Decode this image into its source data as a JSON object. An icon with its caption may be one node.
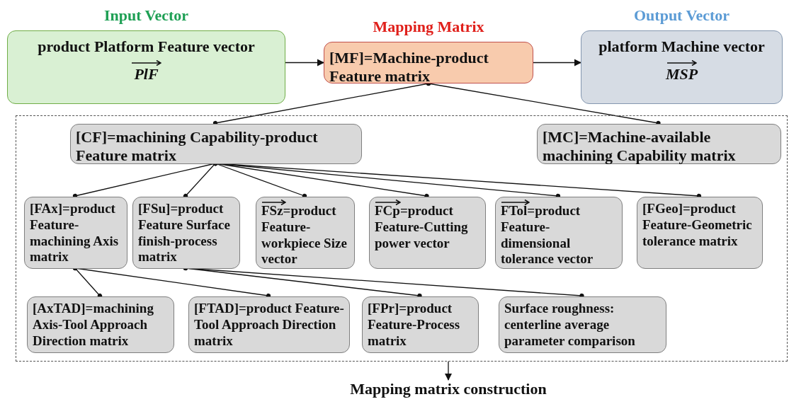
{
  "diagram": {
    "nodes": [
      {
        "text": [
          "Input Vector",
          "product Platform Feature vector",
          "PlF"
        ]
      },
      {
        "text": [
          "Mapping Matrix",
          "[MF]=Machine-product Feature matrix"
        ]
      },
      {
        "text": [
          "Output Vector",
          "platform Machine vector",
          "MSP"
        ]
      },
      {
        "text": [],
        "shape": "box"
      },
      {
        "text": [
          "[CF]=machining Capability-product Feature matrix"
        ],
        "in": 3
      },
      {
        "text": [
          "[MC]=Machine-available machining Capability matrix"
        ],
        "in": 3
      },
      {
        "text": [
          "[FAx]=product Feature-machining Axis matrix"
        ],
        "in": 3
      },
      {
        "text": [
          "[FSu]=product Feature Surface finish-process matrix"
        ],
        "in": 3
      },
      {
        "text": [
          "FSz=product Feature-workpiece Size vector"
        ],
        "in": 3
      },
      {
        "text": [
          "FCp=product Feature-Cutting power vector"
        ],
        "in": 3
      },
      {
        "text": [
          "FTol=product Feature-dimensional tolerance vector"
        ],
        "in": 3
      },
      {
        "text": [
          "[FGeo]=product Feature-Geometric tolerance matrix"
        ],
        "in": 3
      },
      {
        "text": [
          "[AxTAD]=machining Axis-Tool Approach Direction matrix"
        ],
        "in": 3
      },
      {
        "text": [
          "[FTAD]=product Feature-Tool Approach Direction matrix"
        ],
        "in": 3
      },
      {
        "text": [
          "[FPr]=product Feature-Process matrix"
        ],
        "in": 3
      },
      {
        "text": [
          "Surface roughness: centerline average parameter comparison"
        ],
        "in": 3
      },
      {
        "text": [
          "Mapping matrix construction"
        ]
      }
    ],
    "edges": [
      {
        "from": 0,
        "to": 1,
        "arrow": "to"
      },
      {
        "from": 1,
        "to": 2,
        "arrow": "to"
      },
      {
        "from": 1,
        "to": 4,
        "arrow": "other"
      },
      {
        "from": 1,
        "to": 5,
        "arrow": "other"
      },
      {
        "from": 4,
        "to": 6,
        "arrow": "other"
      },
      {
        "from": 4,
        "to": 7,
        "arrow": "other"
      },
      {
        "from": 4,
        "to": 8,
        "arrow": "other"
      },
      {
        "from": 4,
        "to": 9,
        "arrow": "other"
      },
      {
        "from": 4,
        "to": 10,
        "arrow": "other"
      },
      {
        "from": 4,
        "to": 11,
        "arrow": "other"
      },
      {
        "from": 6,
        "to": 12,
        "arrow": "other"
      },
      {
        "from": 6,
        "to": 13,
        "arrow": "other"
      },
      {
        "from": 7,
        "to": 14,
        "arrow": "other"
      },
      {
        "from": 7,
        "to": 15,
        "arrow": "other"
      },
      {
        "from": 3,
        "to": 16,
        "arrow": "to"
      }
    ]
  }
}
